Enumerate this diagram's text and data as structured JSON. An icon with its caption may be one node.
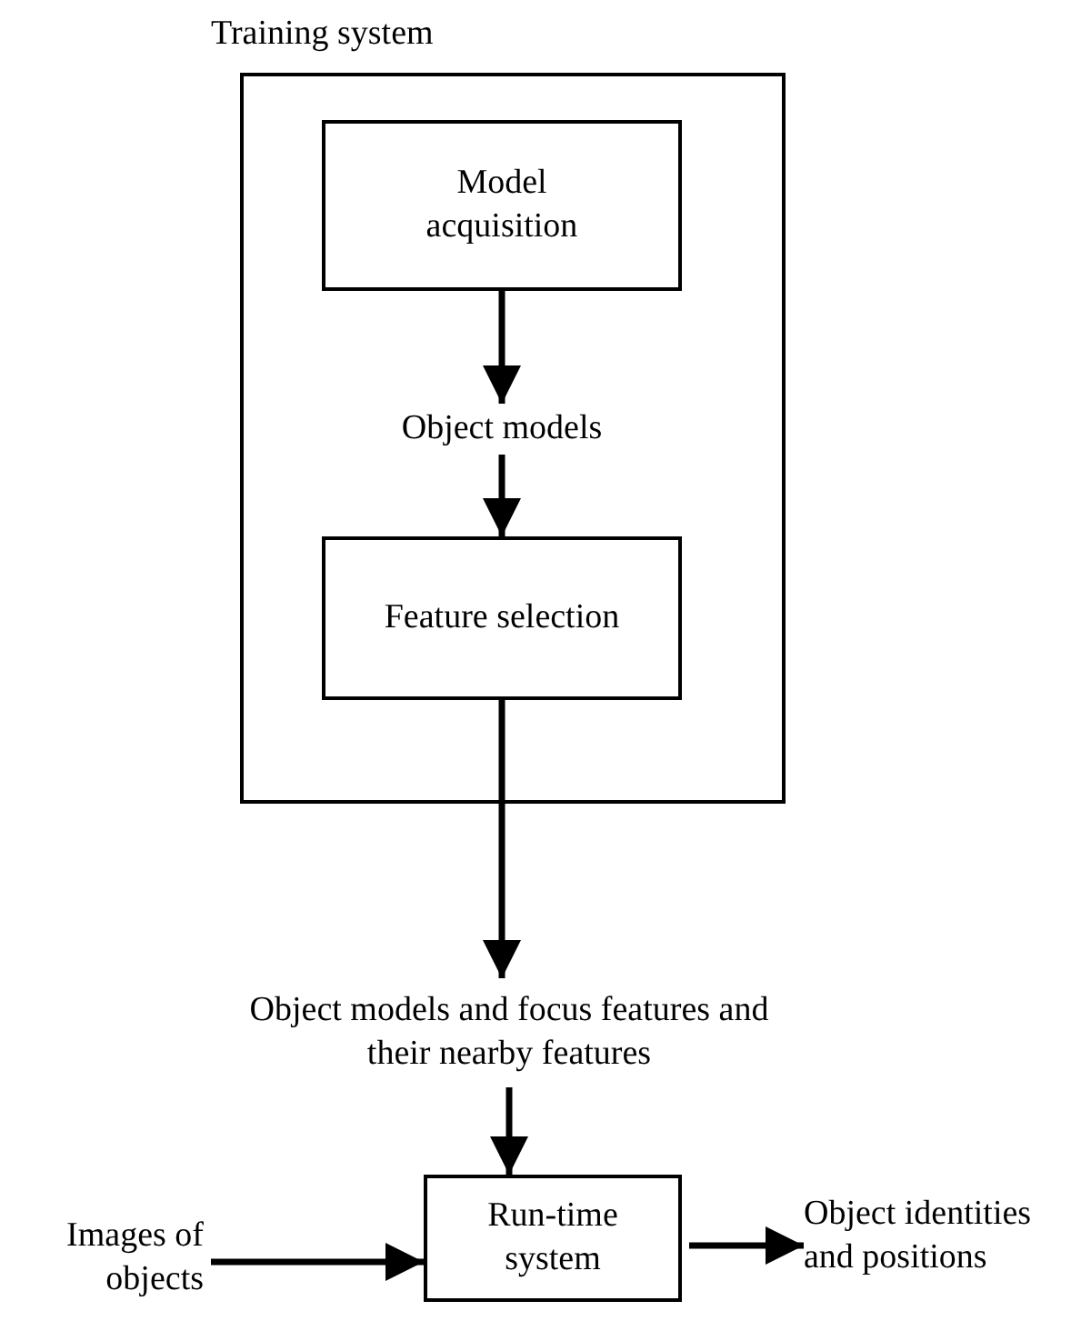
{
  "diagram": {
    "nodes": [
      {
        "text": [
          "Training system"
        ]
      },
      {
        "text": [
          "Model acquisition"
        ],
        "in": 0
      },
      {
        "text": [
          "Object models"
        ],
        "in": 0
      },
      {
        "text": [
          "Feature selection"
        ],
        "in": 0
      },
      {
        "text": [
          "Object models and focus features and their nearby features"
        ]
      },
      {
        "text": [
          "Run-time system"
        ]
      },
      {
        "text": [
          "Images of objects"
        ]
      },
      {
        "text": [
          "Object identities and positions"
        ]
      }
    ],
    "edges": [
      {
        "from": 1,
        "to": 2,
        "arrow": "to"
      },
      {
        "from": 2,
        "to": 3,
        "arrow": "to"
      },
      {
        "from": 3,
        "to": 4,
        "arrow": "to"
      },
      {
        "from": 4,
        "to": 5,
        "arrow": "to"
      },
      {
        "from": 6,
        "to": 5,
        "arrow": "to"
      },
      {
        "from": 5,
        "to": 7,
        "arrow": "to"
      }
    ]
  }
}
